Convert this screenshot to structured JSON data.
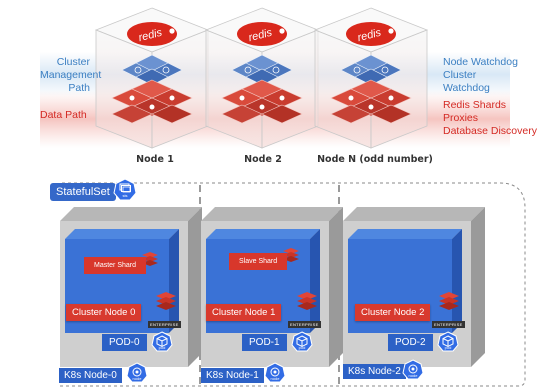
{
  "top": {
    "logo_text": "redis",
    "left_labels": {
      "cluster_management_path": [
        "Cluster",
        "Management",
        "Path"
      ],
      "data_path": "Data Path"
    },
    "right_labels": {
      "blue": [
        "Node Watchdog",
        "Cluster",
        "Watchdog"
      ],
      "red": [
        "Redis Shards",
        "Proxies",
        "Database Discovery"
      ]
    },
    "node_captions": [
      "Node 1",
      "Node 2",
      "Node N (odd number)"
    ]
  },
  "k8s": {
    "statefulset_label": "StatefulSet",
    "statefulset_icon_sub": "sts",
    "columns": [
      {
        "shard_label": "Master Shard",
        "cluster_node_label": "Cluster Node 0",
        "enterprise_label": "ENTERPRISE",
        "pod_label": "POD-0",
        "pod_icon_sub": "pod",
        "k8s_node_label": "K8s Node-0",
        "node_icon_sub": "node"
      },
      {
        "shard_label": "Slave Shard",
        "cluster_node_label": "Cluster Node 1",
        "enterprise_label": "ENTERPRISE",
        "pod_label": "POD-1",
        "pod_icon_sub": "pod",
        "k8s_node_label": "K8s Node-1",
        "node_icon_sub": "node"
      },
      {
        "shard_label": "",
        "cluster_node_label": "Cluster Node 2",
        "enterprise_label": "ENTERPRISE",
        "pod_label": "POD-2",
        "pod_icon_sub": "pod",
        "k8s_node_label": "K8s Node-2",
        "node_icon_sub": "node"
      }
    ]
  },
  "colors": {
    "blue_text": "#3b7fc2",
    "red_text": "#d42a24",
    "statefulset_blue": "#3568c9",
    "pod_blue": "#2c61c6",
    "redis_red": "#d83a2e"
  }
}
